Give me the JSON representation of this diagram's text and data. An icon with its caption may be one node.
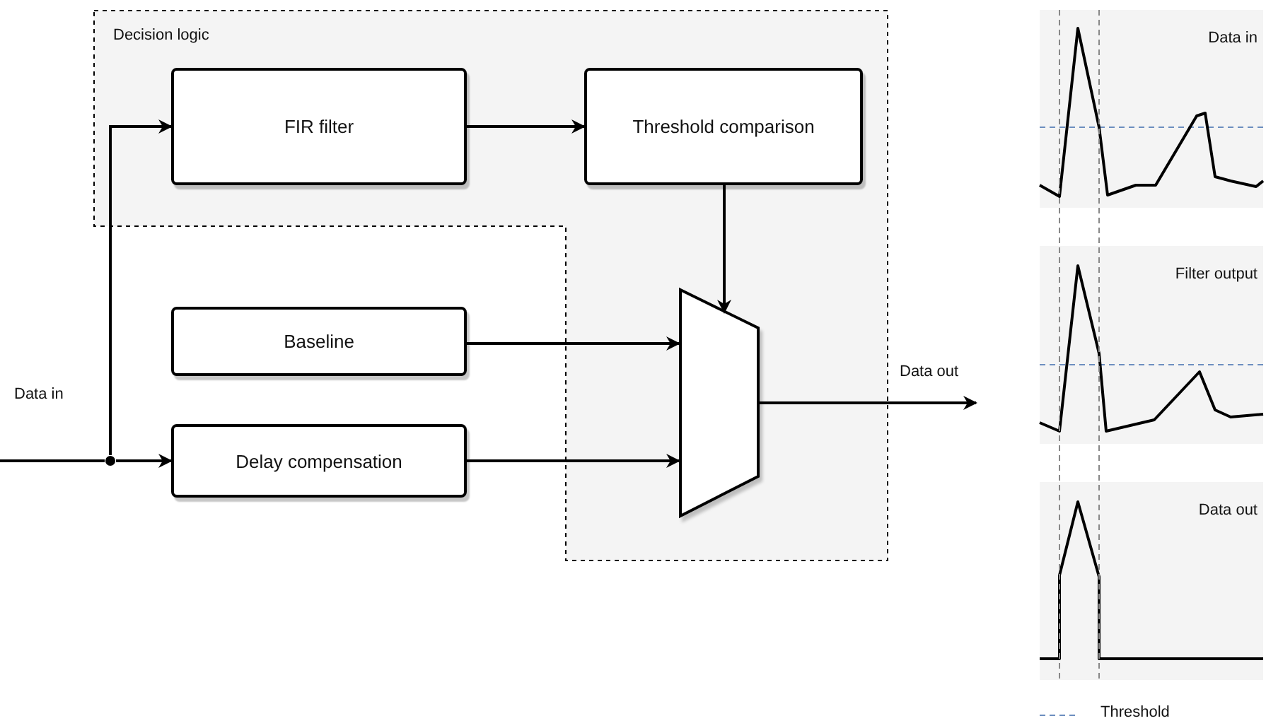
{
  "diagram": {
    "nodes": [
      {
        "text": [
          "Decision logic"
        ]
      },
      {
        "text": [
          "FIR filter"
        ],
        "in": 0
      },
      {
        "text": [
          "Threshold comparison"
        ],
        "in": 0
      },
      {
        "text": [
          "Baseline"
        ]
      },
      {
        "text": [
          "Delay compensation"
        ]
      },
      {
        "text": [],
        "shape": "trapezoid",
        "in": 0
      },
      {
        "text": [],
        "shape": "circle"
      },
      {
        "text": [
          "Data in"
        ]
      },
      {
        "text": [
          "Filter output"
        ]
      },
      {
        "text": [
          "Data out"
        ]
      }
    ],
    "edges": [
      {
        "from": null,
        "to": 6,
        "arrow": "none",
        "label": "Data in"
      },
      {
        "from": 6,
        "to": 1,
        "arrow": "to"
      },
      {
        "from": 6,
        "to": 4,
        "arrow": "to"
      },
      {
        "from": 1,
        "to": 2,
        "arrow": "to"
      },
      {
        "from": 2,
        "to": 5,
        "arrow": "to"
      },
      {
        "from": 3,
        "to": 5,
        "arrow": "to"
      },
      {
        "from": 4,
        "to": 5,
        "arrow": "to"
      },
      {
        "from": 5,
        "to": null,
        "arrow": "to",
        "label": "Data out"
      }
    ],
    "legend": [
      {
        "text": "Threshold"
      }
    ]
  }
}
